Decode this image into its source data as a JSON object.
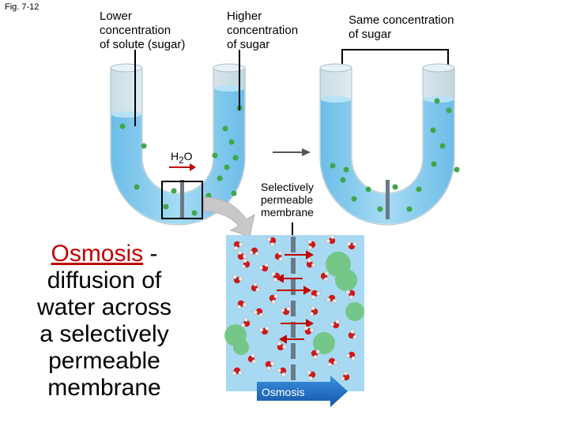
{
  "figure": {
    "label": "Fig. 7-12"
  },
  "labels": {
    "lower": [
      "Lower",
      "concentration",
      "of solute (sugar)"
    ],
    "higher": [
      "Higher",
      "concentration",
      "of sugar"
    ],
    "same": [
      "Same concentration",
      "of sugar"
    ],
    "water_sub_main": "H",
    "water_sub_index": "2",
    "water_sub_tail": "O",
    "membrane": [
      "Selectively",
      "permeable",
      "membrane"
    ],
    "arrow": "Osmosis"
  },
  "caption": {
    "term": "Osmosis",
    "separator": " -",
    "lines": [
      "diffusion of",
      "water across",
      "a selectively",
      "permeable",
      "membrane"
    ]
  },
  "colors": {
    "water": "#8ecff0",
    "glass": "#d7e7ef",
    "sugar": "#3fa64a",
    "arrow_blue": "#1b6fc4",
    "oxygen": "#d01818",
    "hydrogen": "#e8e8e8",
    "membrane": "#6a7a86"
  }
}
